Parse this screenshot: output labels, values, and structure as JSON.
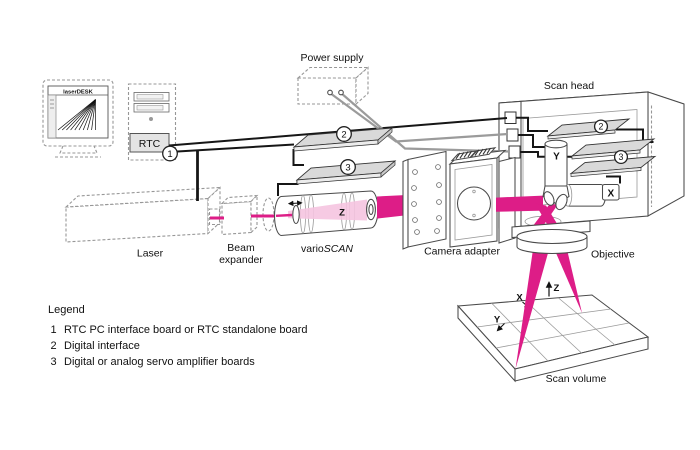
{
  "labels": {
    "software": "laserDESK",
    "rtc": "RTC",
    "power_supply": "Power supply",
    "laser": "Laser",
    "beam_expander_line1": "Beam",
    "beam_expander_line2": "expander",
    "varioscan_regular": "vario",
    "varioscan_italic": "SCAN",
    "camera_adapter": "Camera adapter",
    "scan_head": "Scan head",
    "objective": "Objective",
    "scan_volume": "Scan volume"
  },
  "axes": {
    "x": "X",
    "y": "Y",
    "z": "Z"
  },
  "callouts": {
    "c1": "1",
    "c2": "2",
    "c3": "3"
  },
  "legend": {
    "title": "Legend",
    "items": [
      {
        "num": "1",
        "text": "RTC PC interface board or RTC standalone board"
      },
      {
        "num": "2",
        "text": "Digital interface"
      },
      {
        "num": "3",
        "text": "Digital or analog servo amplifier boards"
      }
    ]
  },
  "colors": {
    "beam": "#DD1D87",
    "beam_light": "#F5C4E0",
    "board": "#D9D9D9",
    "cable_gray": "#9B9B9B",
    "dashed": "#979797"
  }
}
